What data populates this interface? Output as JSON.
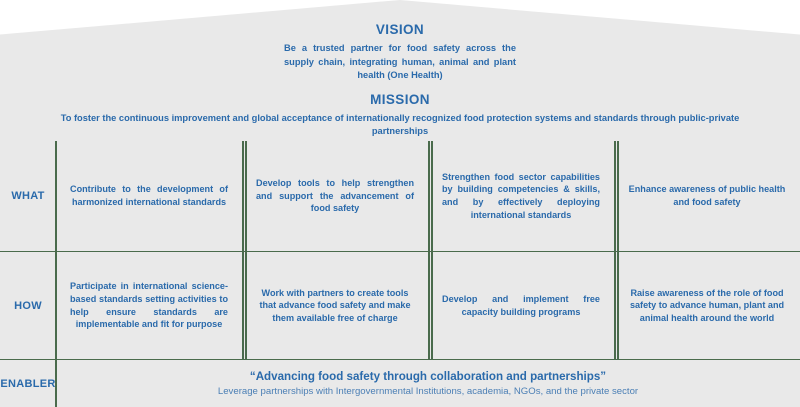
{
  "roof": {
    "vision": {
      "heading": "VISION",
      "text": "Be a trusted partner for food safety across the supply chain, integrating human, animal and plant health (One Health)"
    },
    "mission": {
      "heading": "MISSION",
      "text": "To foster the continuous improvement and global acceptance of internationally recognized food protection systems and standards through public-private partnerships"
    }
  },
  "rows": {
    "what": {
      "label": "WHAT",
      "cells": [
        "Contribute to the development of harmonized international standards",
        "Develop tools to help strengthen and support the advancement of food safety",
        "Strengthen food sector capabilities by building competencies & skills, and by effectively deploying international standards",
        "Enhance awareness of public health and food safety"
      ]
    },
    "how": {
      "label": "HOW",
      "cells": [
        "Participate in international science-based standards setting activities to help ensure standards are implementable and fit for purpose",
        "Work with partners to create tools that advance food safety and make them available free of charge",
        "Develop and implement free capacity building programs",
        "Raise awareness of the role of food safety to advance human, plant and animal health around the world"
      ]
    },
    "enabler": {
      "label": "ENABLER",
      "title": "“Advancing food safety through collaboration and partnerships”",
      "subtitle": "Leverage partnerships with Intergovernmental Institutions, academia, NGOs, and the private sector"
    }
  },
  "colors": {
    "panel": "#e9e9e9",
    "text_blue": "#2a6aab",
    "subtitle_blue": "#4b7fb5",
    "border_green": "#4a6b4c",
    "page_background": "#ffffff"
  }
}
